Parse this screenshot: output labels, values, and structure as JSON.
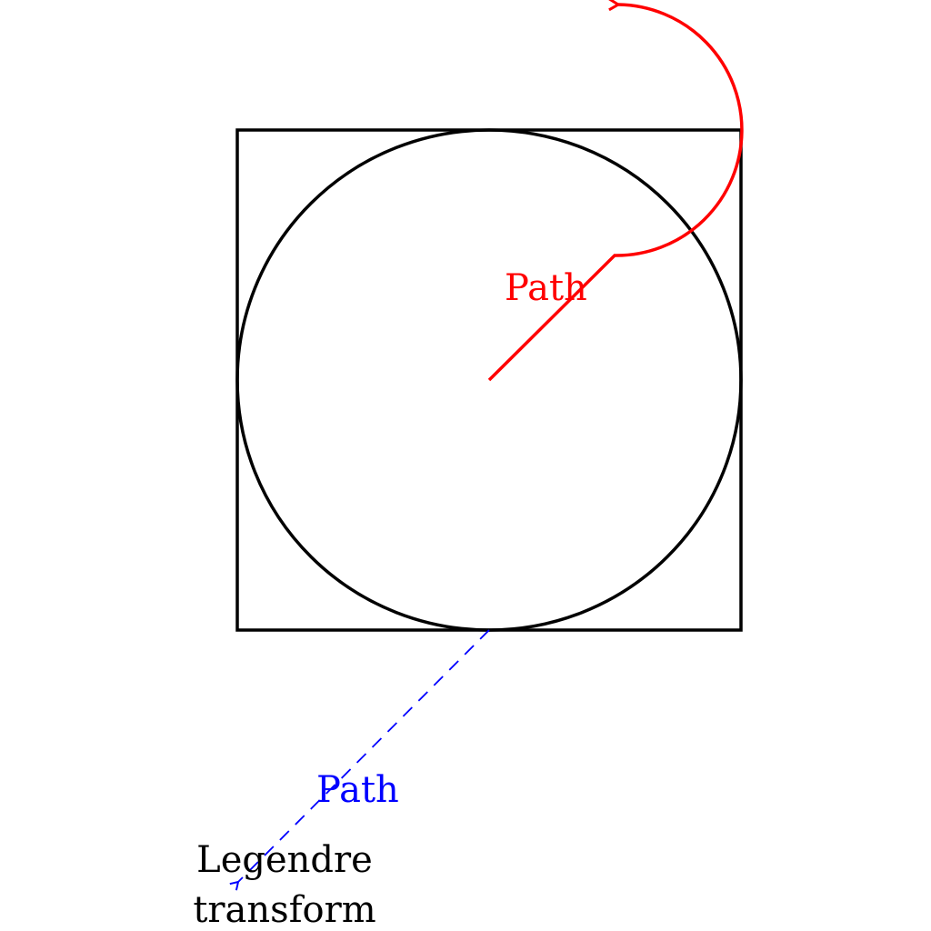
{
  "diagram": {
    "red_path_label": "Path",
    "blue_path_label": "Path",
    "legendre_label_line1": "Legendre",
    "legendre_label_line2": "transform",
    "colors": {
      "shape_stroke": "#000000",
      "red_path": "#ff0000",
      "blue_path": "#0000ff"
    }
  }
}
